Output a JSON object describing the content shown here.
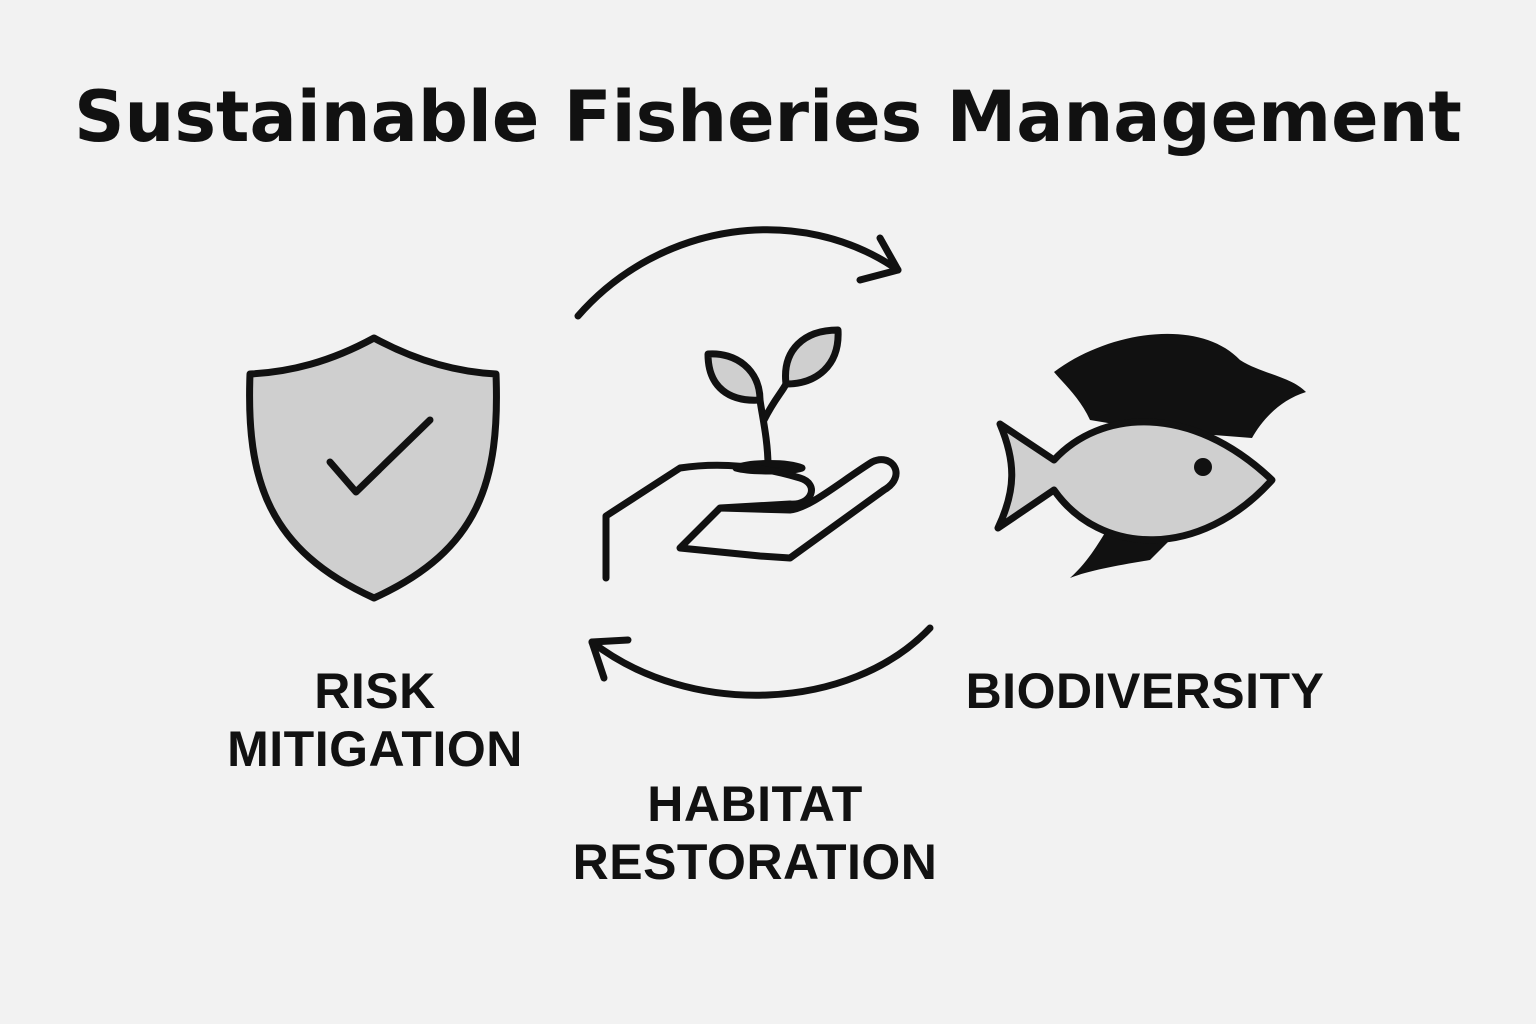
{
  "title": "Sustainable Fisheries Management",
  "nodes": {
    "risk": {
      "line1": "RISK",
      "line2": "MITIGATION",
      "icon": "shield-check-icon"
    },
    "habitat": {
      "line1": "HABITAT",
      "line2": "RESTORATION",
      "icon": "hand-seedling-icon"
    },
    "biodiversity": {
      "label": "BIODIVERSITY",
      "icon": "fish-icon"
    }
  },
  "colors": {
    "background": "#f2f2f2",
    "stroke": "#111111",
    "fill_gray": "#cfcfcf",
    "fill_dark": "#111111"
  }
}
